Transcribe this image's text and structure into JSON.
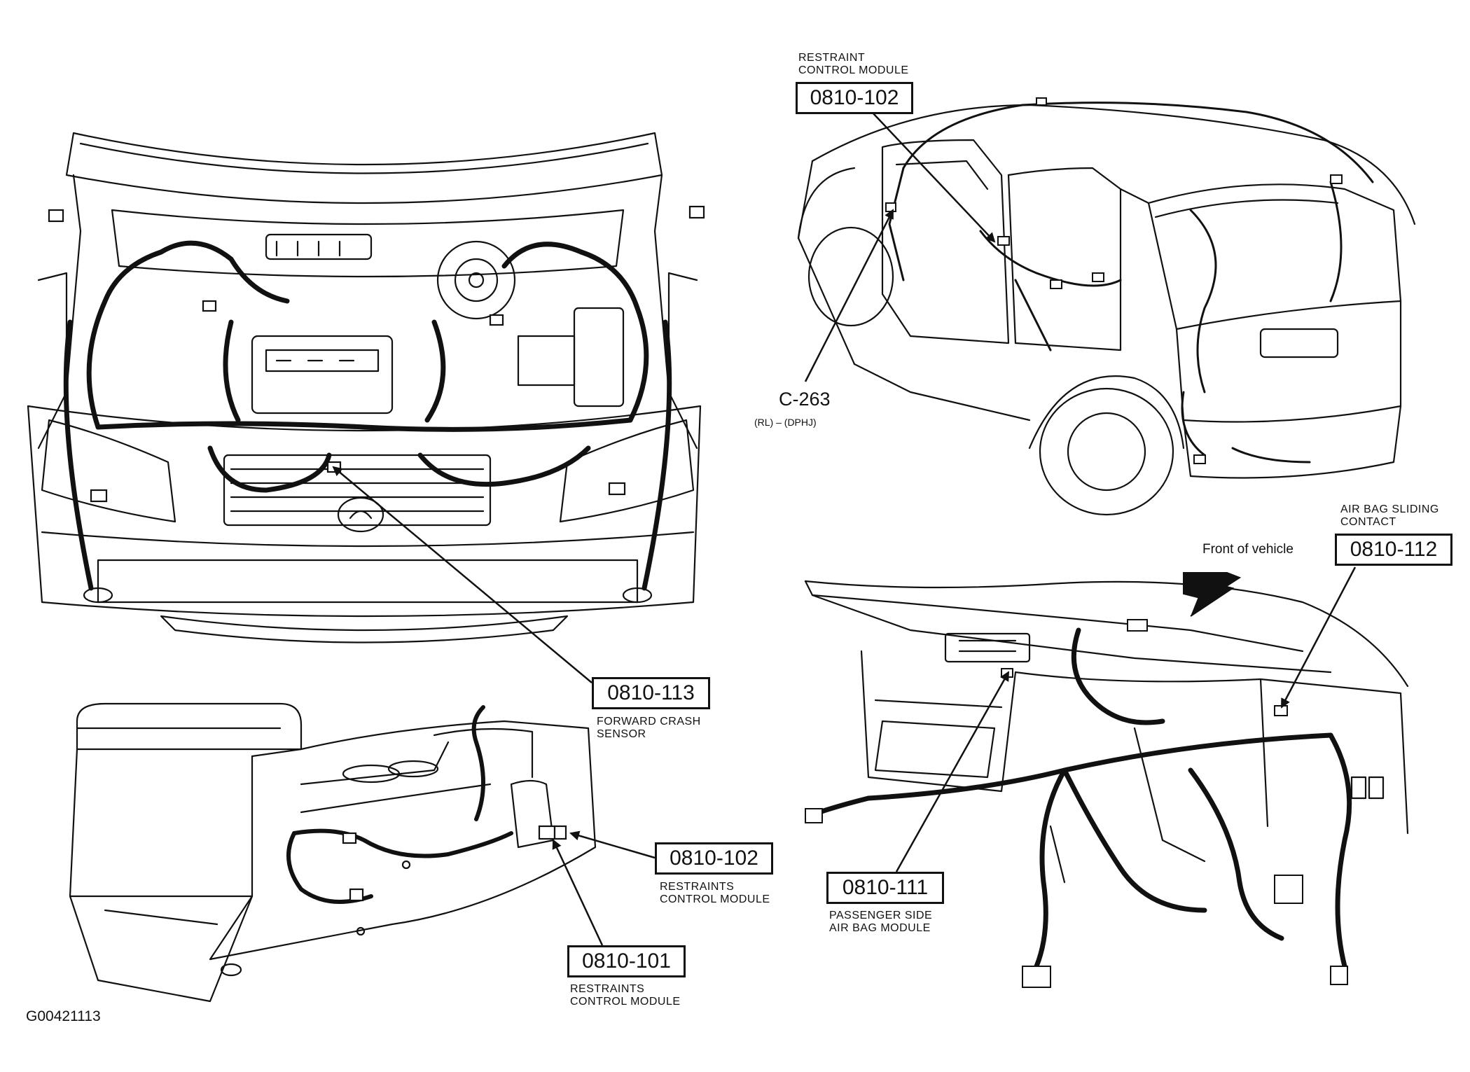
{
  "figure_id": "G00421113",
  "views": {
    "engine_bay": {
      "callout_code": "0810-113",
      "caption": [
        "FORWARD CRASH",
        "SENSOR"
      ]
    },
    "rear_interior": {
      "callout_code": "0810-102",
      "caption": [
        "RESTRAINT",
        "CONTROL MODULE"
      ],
      "connector_id": "C-263",
      "connector_note": "(RL) – (DPHJ)"
    },
    "console": {
      "callouts": [
        {
          "code": "0810-102",
          "caption": [
            "RESTRAINTS",
            "CONTROL MODULE"
          ]
        },
        {
          "code": "0810-101",
          "caption": [
            "RESTRAINTS",
            "CONTROL MODULE"
          ]
        }
      ]
    },
    "dashboard": {
      "direction_label": "Front of vehicle",
      "callouts": [
        {
          "code": "0810-112",
          "caption": [
            "AIR BAG SLIDING",
            "CONTACT"
          ]
        },
        {
          "code": "0810-111",
          "caption": [
            "PASSENGER SIDE",
            "AIR BAG MODULE"
          ]
        }
      ]
    }
  },
  "colors": {
    "line": "#111111",
    "background": "#ffffff"
  }
}
